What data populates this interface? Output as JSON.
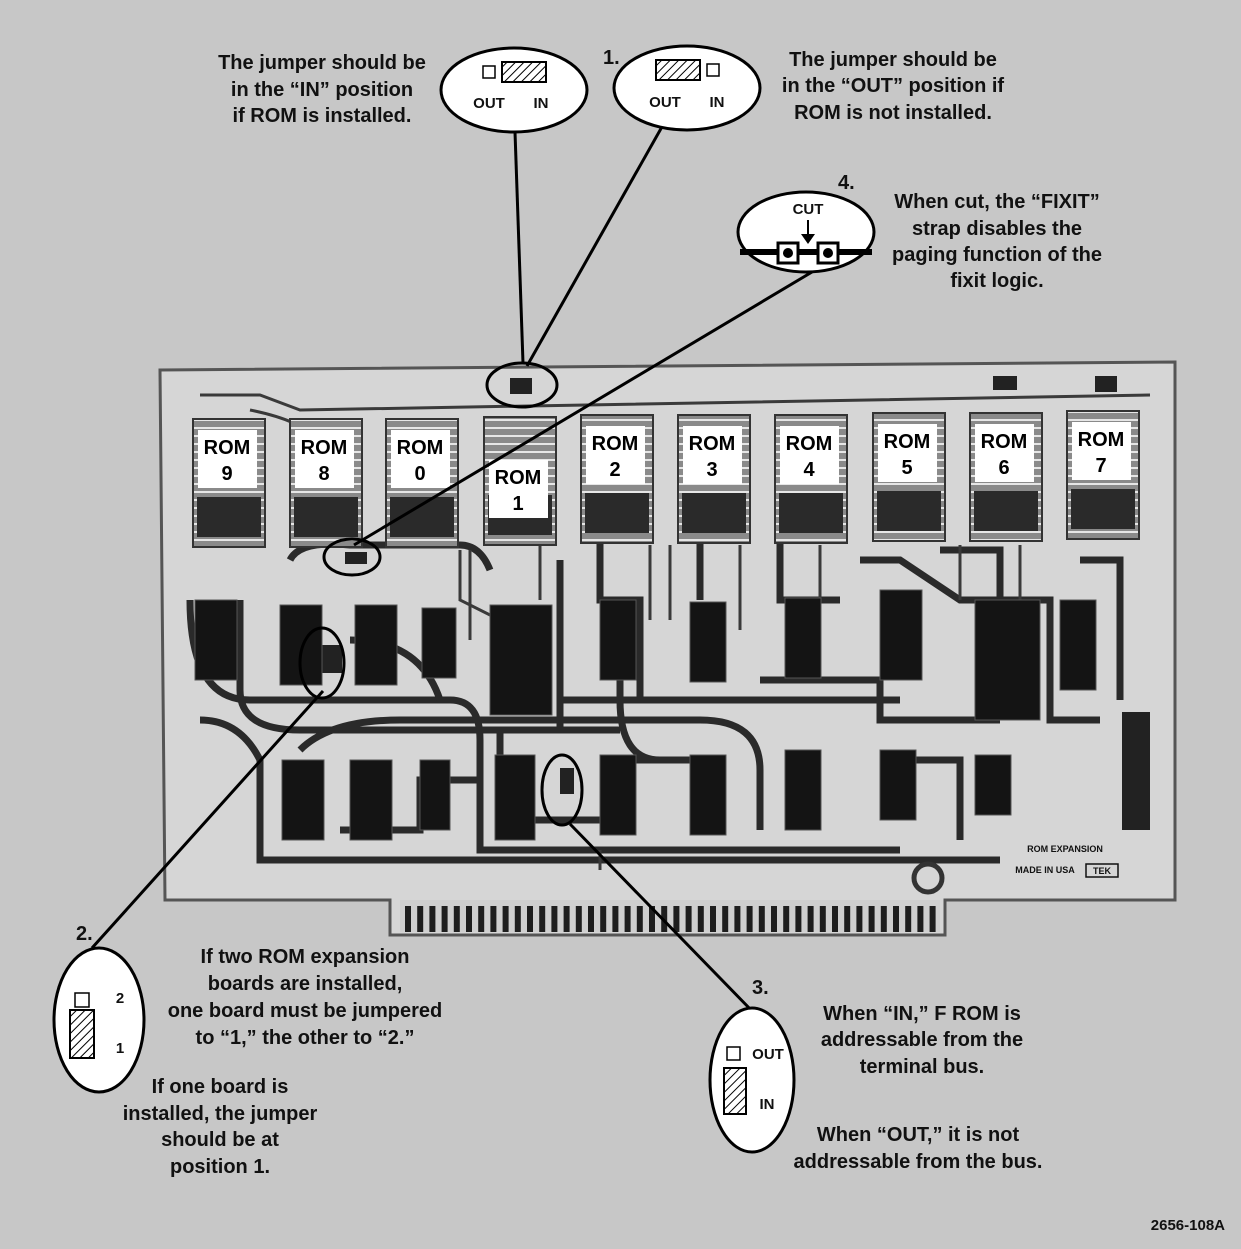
{
  "callout1": {
    "number": "1.",
    "left_note": [
      "The jumper should be",
      "in the “IN” position",
      "if ROM is installed."
    ],
    "right_note": [
      "The jumper should be",
      "in the “OUT” position if",
      "ROM is not installed."
    ],
    "out_label": "OUT",
    "in_label": "IN"
  },
  "callout4": {
    "number": "4.",
    "cut_label": "CUT",
    "note": [
      "When cut, the “FIXIT”",
      "strap disables the",
      "paging function of the",
      "fixit logic."
    ]
  },
  "callout2": {
    "number": "2.",
    "pos2_label": "2",
    "pos1_label": "1",
    "note_a": [
      "If two ROM expansion",
      "boards are installed,",
      "one board must be jumpered",
      "to “1,” the other to “2.”"
    ],
    "note_b": [
      "If one board is",
      "installed, the jumper",
      "should be at",
      "position 1."
    ]
  },
  "callout3": {
    "number": "3.",
    "out_label": "OUT",
    "in_label": "IN",
    "note_a": [
      "When “IN,” F ROM is",
      "addressable from the",
      "terminal bus."
    ],
    "note_b": [
      "When “OUT,” it is not",
      "addressable from the bus."
    ]
  },
  "rom_sockets": [
    {
      "line1": "ROM",
      "line2": "9"
    },
    {
      "line1": "ROM",
      "line2": "8"
    },
    {
      "line1": "ROM",
      "line2": "0"
    },
    {
      "line1": "ROM",
      "line2": "1"
    },
    {
      "line1": "ROM",
      "line2": "2"
    },
    {
      "line1": "ROM",
      "line2": "3"
    },
    {
      "line1": "ROM",
      "line2": "4"
    },
    {
      "line1": "ROM",
      "line2": "5"
    },
    {
      "line1": "ROM",
      "line2": "6"
    },
    {
      "line1": "ROM",
      "line2": "7"
    }
  ],
  "board_labels": {
    "title": "ROM EXPANSION",
    "made_in": "MADE IN USA",
    "brand": "TEK"
  },
  "figure_id": "2656-108A",
  "colors": {
    "background": "#c7c7c7",
    "board": "#d8d8d8",
    "trace": "#2a2a2a",
    "label_bg": "#ffffff",
    "ink": "#111111"
  }
}
